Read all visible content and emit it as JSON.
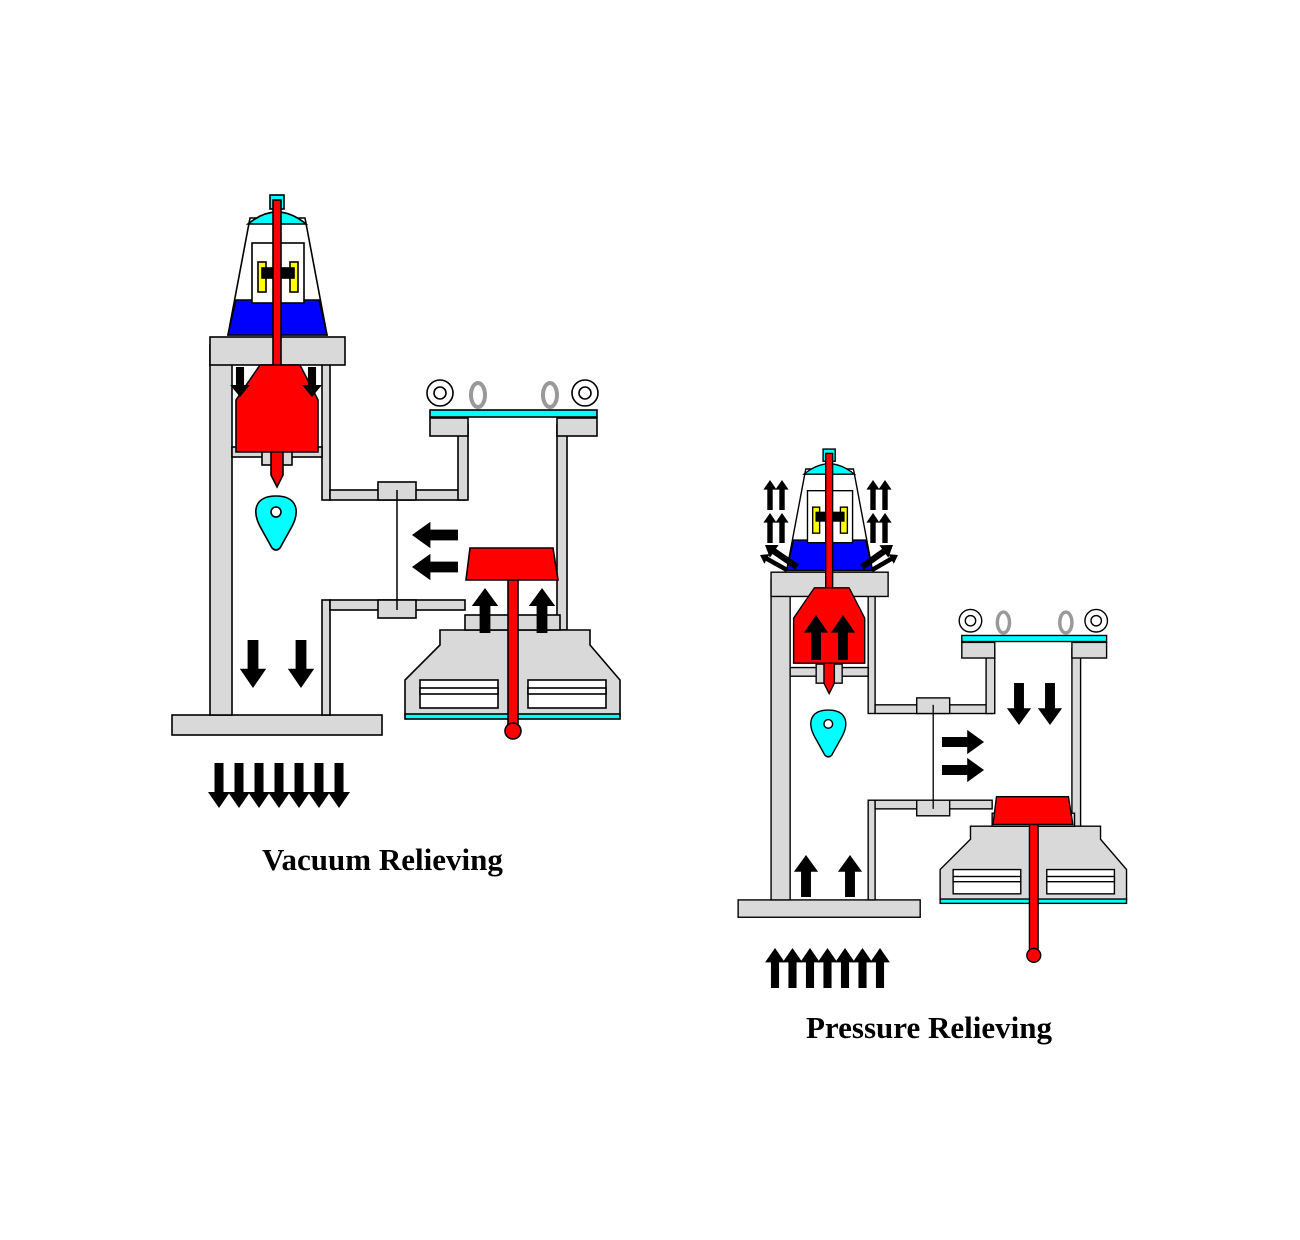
{
  "diagrams": [
    {
      "id": "vacuum",
      "title": "Vacuum Relieving"
    },
    {
      "id": "pressure",
      "title": "Pressure Relieving"
    }
  ],
  "colors": {
    "body": "#d9d9d9",
    "pallet": "#ff0000",
    "cap": "#00ffff",
    "spring_housing": "#0000ff",
    "spring": "#ffff00",
    "arrow": "#000000"
  },
  "icons": [
    "flow-arrow-icon",
    "eye-bolt-icon"
  ]
}
